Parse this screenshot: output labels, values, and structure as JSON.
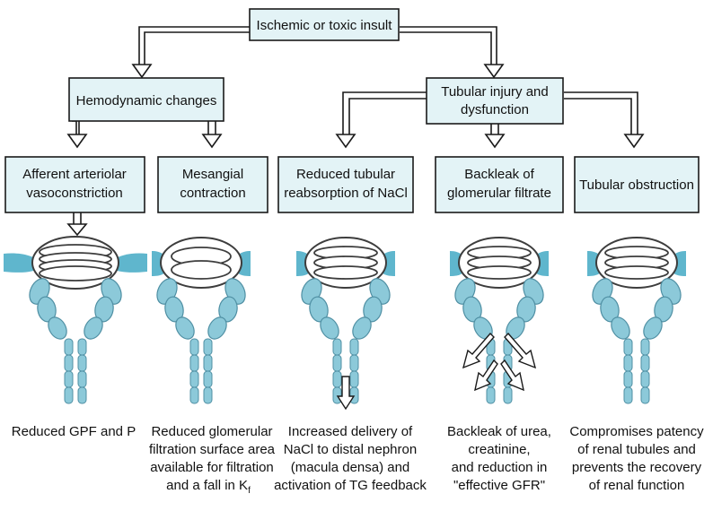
{
  "top": {
    "label": "Ischemic or toxic insult"
  },
  "level2": {
    "left": {
      "label": "Hemodynamic changes"
    },
    "right": {
      "lines": [
        "Tubular injury and",
        "dysfunction"
      ]
    }
  },
  "level3": [
    {
      "lines": [
        "Afferent arteriolar",
        "vasoconstriction"
      ]
    },
    {
      "lines": [
        "Mesangial",
        "contraction"
      ]
    },
    {
      "lines": [
        "Reduced tubular",
        "reabsorption of NaCl"
      ]
    },
    {
      "lines": [
        "Backleak of",
        "glomerular filtrate"
      ]
    },
    {
      "lines": [
        "Tubular obstruction"
      ]
    }
  ],
  "captions": [
    {
      "lines": [
        "Reduced GPF and P"
      ]
    },
    {
      "lines": [
        "Reduced glomerular",
        "filtration surface area",
        "available for filtration",
        "and a fall in K"
      ],
      "subscript": "f"
    },
    {
      "lines": [
        "Increased delivery of",
        "NaCl to distal nephron",
        "(macula densa) and",
        "activation of  TG feedback"
      ]
    },
    {
      "lines": [
        "Backleak of urea,",
        "creatinine,",
        "and reduction in",
        "\"effective GFR\""
      ]
    },
    {
      "lines": [
        "Compromises patency",
        "of renal tubules and",
        "prevents the recovery",
        "of renal function"
      ]
    }
  ],
  "colors": {
    "box_fill": "#e3f3f6",
    "vessel": "#5fb6cd",
    "tubule": "#8cc9d9"
  }
}
